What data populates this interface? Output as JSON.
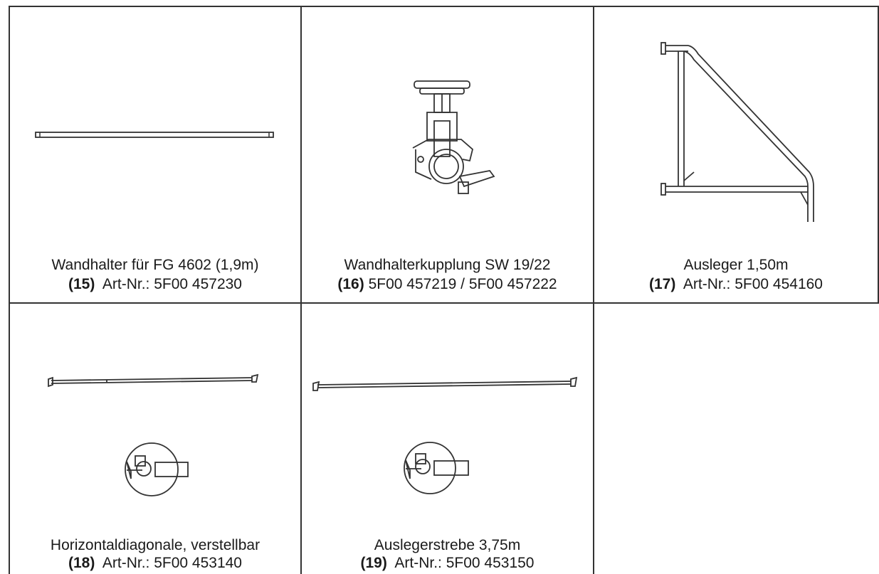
{
  "items": [
    {
      "name": "Wandhalter für FG 4602 (1,9m)",
      "num": "(15)",
      "art": "Art-Nr.: 5F00 457230"
    },
    {
      "name": "Wandhalterkupplung SW 19/22",
      "num": "(16)",
      "art": "5F00 457219 / 5F00 457222"
    },
    {
      "name": "Ausleger 1,50m",
      "num": "(17)",
      "art": "Art-Nr.: 5F00 454160"
    },
    {
      "name": "Horizontaldiagonale, verstellbar",
      "num": "(18)",
      "art": "Art-Nr.: 5F00 453140"
    },
    {
      "name": "Auslegerstrebe 3,75m",
      "num": "(19)",
      "art": "Art-Nr.: 5F00 453150"
    }
  ]
}
